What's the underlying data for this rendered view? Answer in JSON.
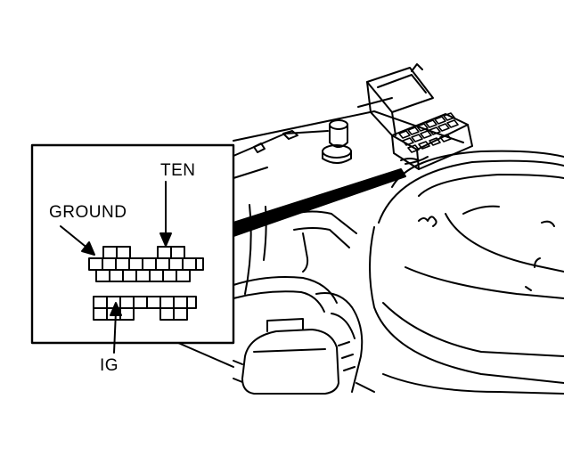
{
  "labels": {
    "ten": "TEN",
    "ground": "GROUND",
    "ig": "IG"
  },
  "colors": {
    "ink": "#000000",
    "paper": "#ffffff"
  }
}
